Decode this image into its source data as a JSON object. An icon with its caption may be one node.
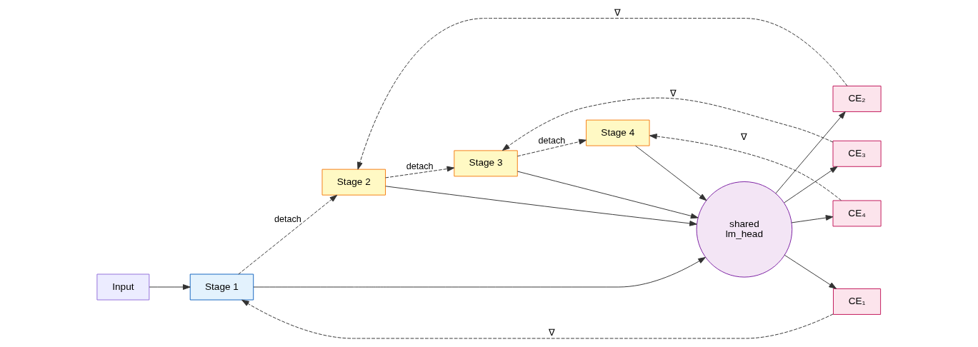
{
  "diagram": {
    "nodes": [
      {
        "text": [
          "Input"
        ]
      },
      {
        "text": [
          "Stage 1"
        ]
      },
      {
        "text": [
          "Stage 2"
        ]
      },
      {
        "text": [
          "Stage 3"
        ]
      },
      {
        "text": [
          "Stage 4"
        ]
      },
      {
        "text": [
          "shared lm_head"
        ]
      },
      {
        "text": [
          "CE₁"
        ]
      },
      {
        "text": [
          "CE₂"
        ]
      },
      {
        "text": [
          "CE₃"
        ]
      },
      {
        "text": [
          "CE₄"
        ]
      }
    ],
    "edges": [
      {
        "from": 0,
        "to": 1,
        "arrow": "to"
      },
      {
        "from": 1,
        "to": 5,
        "arrow": "to"
      },
      {
        "from": 1,
        "to": 2,
        "arrow": "to",
        "label": "detach",
        "style": "dashed"
      },
      {
        "from": 2,
        "to": 5,
        "arrow": "to"
      },
      {
        "from": 2,
        "to": 3,
        "arrow": "to",
        "label": "detach",
        "style": "dashed"
      },
      {
        "from": 3,
        "to": 5,
        "arrow": "to"
      },
      {
        "from": 3,
        "to": 4,
        "arrow": "to",
        "label": "detach",
        "style": "dashed"
      },
      {
        "from": 4,
        "to": 5,
        "arrow": "to"
      },
      {
        "from": 5,
        "to": 6,
        "arrow": "to"
      },
      {
        "from": 5,
        "to": 7,
        "arrow": "to"
      },
      {
        "from": 5,
        "to": 8,
        "arrow": "to"
      },
      {
        "from": 5,
        "to": 9,
        "arrow": "to"
      },
      {
        "from": 6,
        "to": 1,
        "arrow": "to",
        "label": "∇",
        "style": "dashed"
      },
      {
        "from": 7,
        "to": 2,
        "arrow": "to",
        "label": "∇",
        "style": "dashed"
      },
      {
        "from": 8,
        "to": 3,
        "arrow": "to",
        "label": "∇",
        "style": "dashed"
      },
      {
        "from": 9,
        "to": 4,
        "arrow": "to",
        "label": "∇",
        "style": "dashed"
      }
    ]
  }
}
